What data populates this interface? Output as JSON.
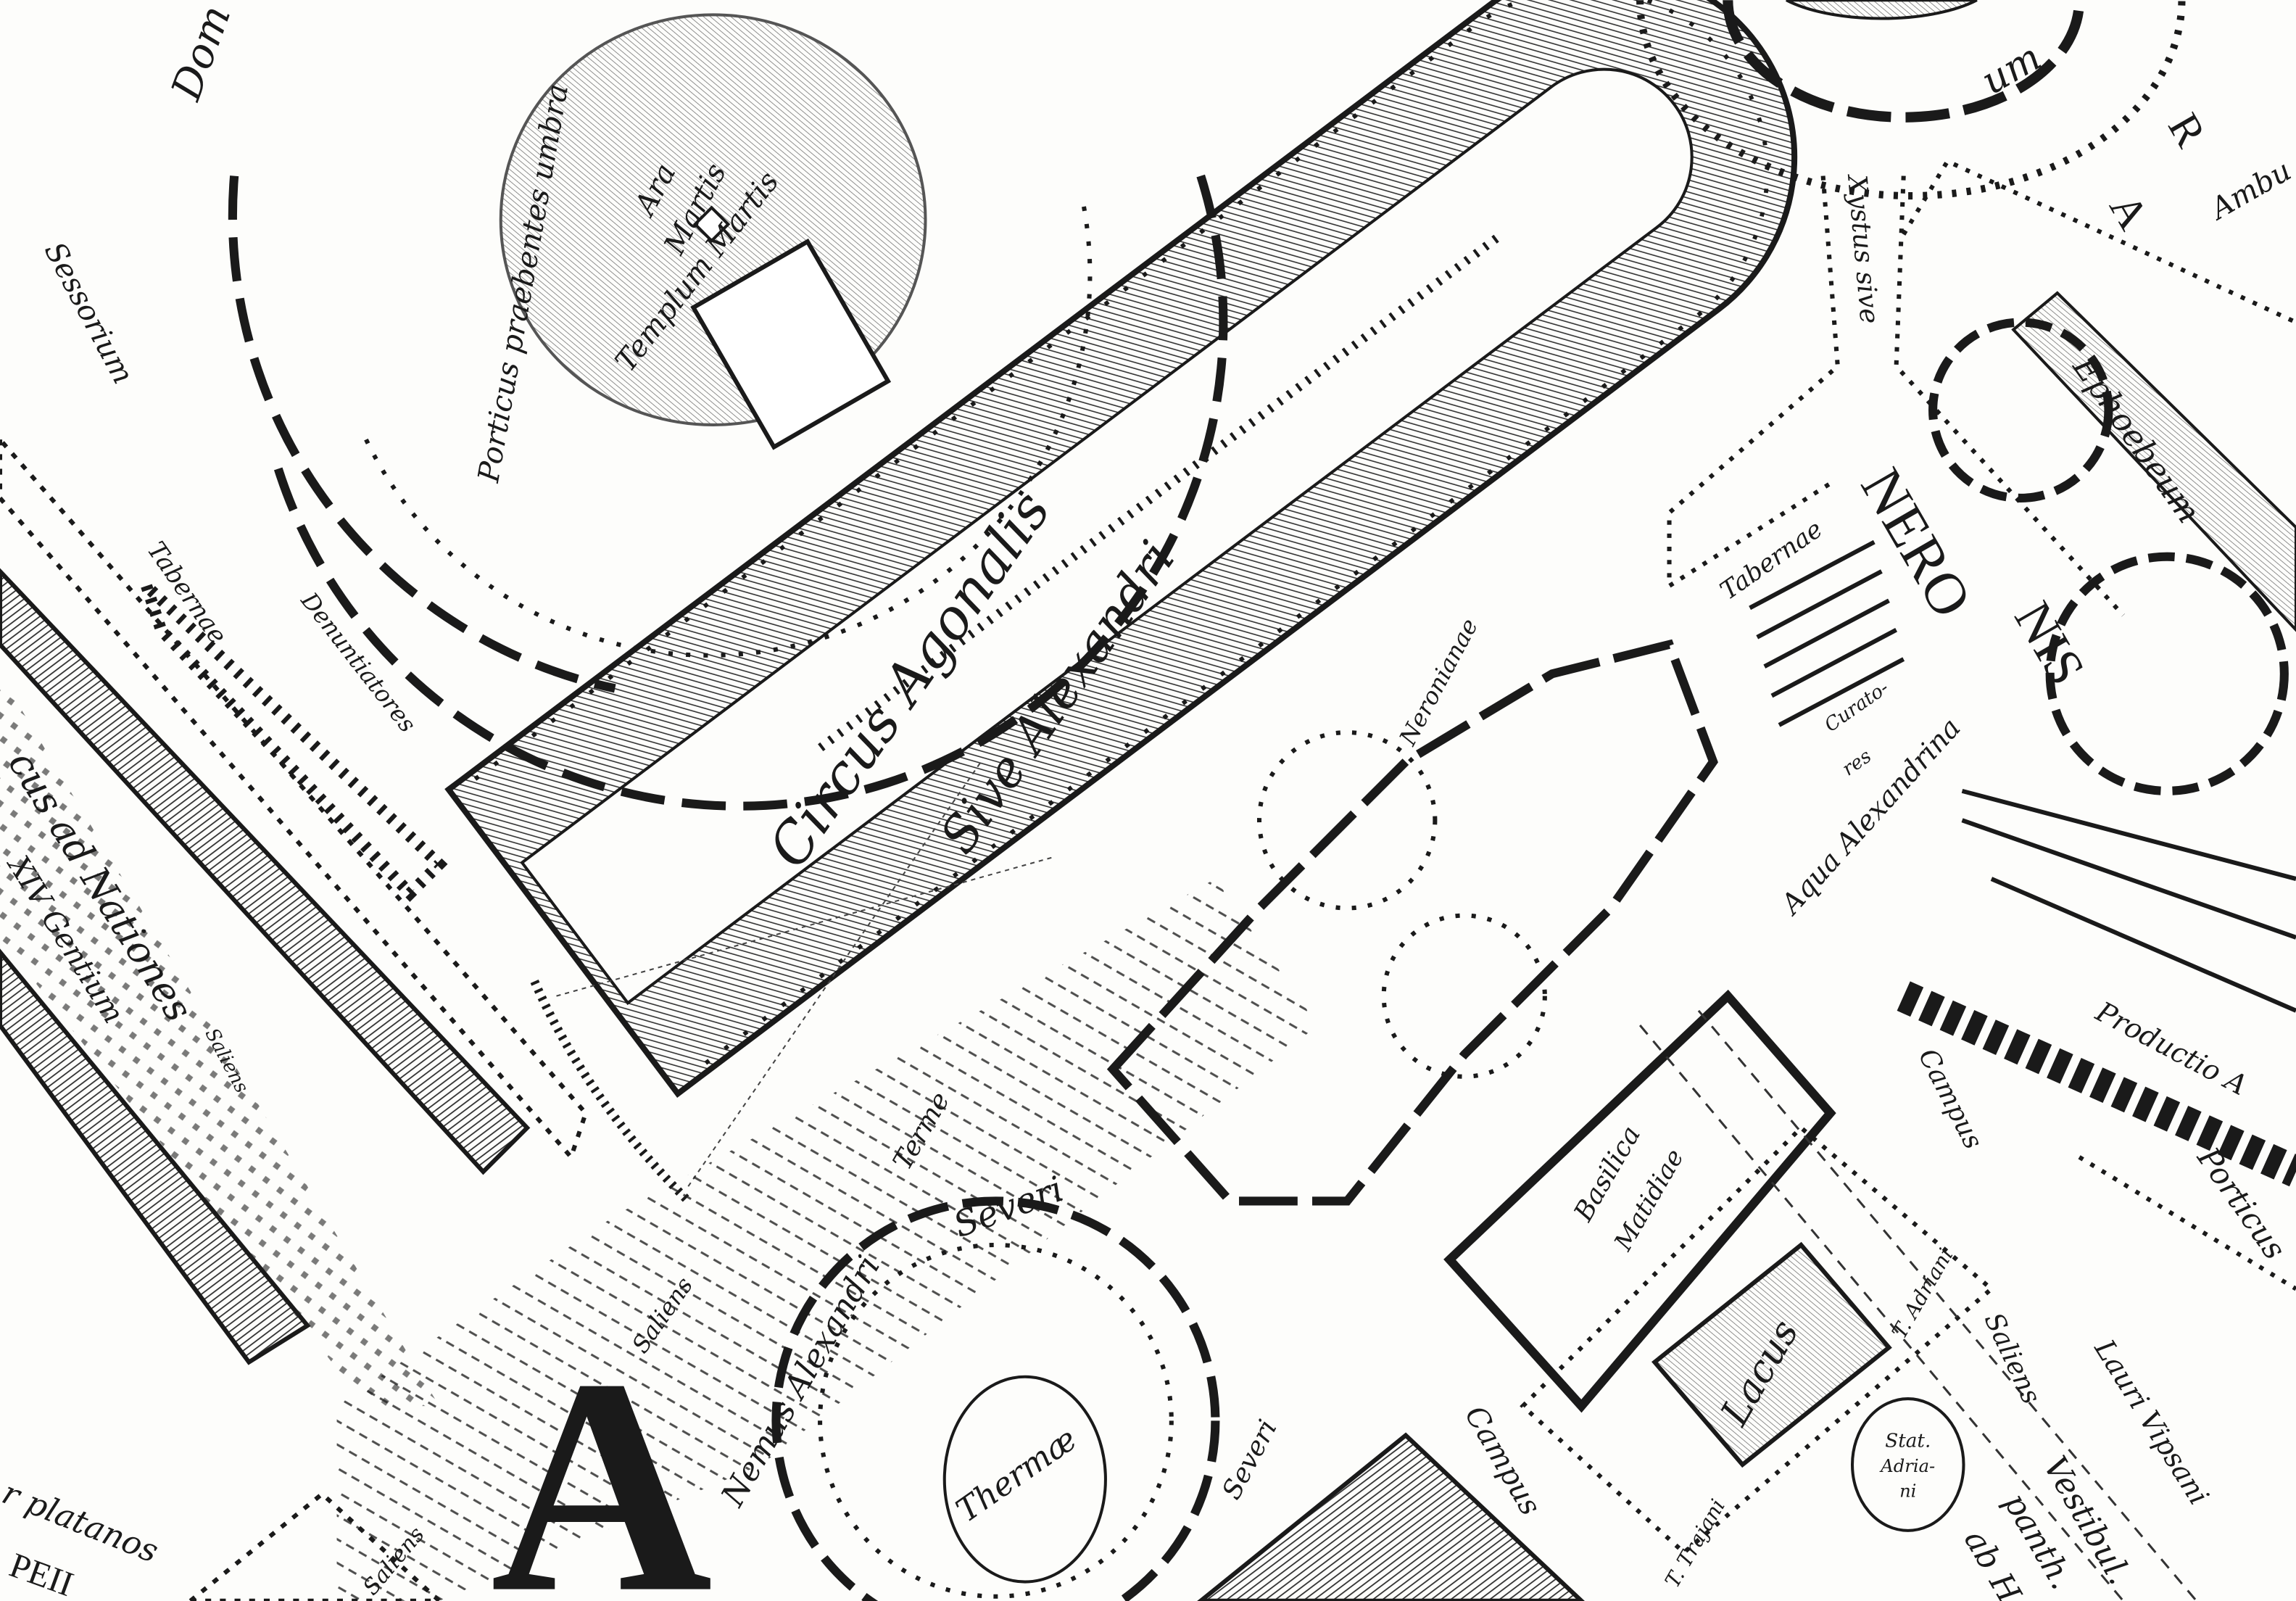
{
  "map": {
    "ink_color": "#1a1a1a",
    "paper_color": "#fdfdfb",
    "hatch_color": "#555555",
    "labels": {
      "dom": "Dom",
      "ara_martis_1": "Ara",
      "ara_martis_2": "Martis",
      "templum_martis": "Templum Martis",
      "porticus_umbra": "Porticus praebentes umbra",
      "sessorium": "Sessorium",
      "tabernae_left": "Tabernae",
      "denuntiatores": "Denuntiatores",
      "circus_1": "Circus Agonalis",
      "circus_2": "Sive Alexandri",
      "neronianae": "Neronianae",
      "xystus": "Xystus sive",
      "um": "um",
      "r_letter": "R",
      "a_letter": "A",
      "ambu": "Ambu",
      "ephoebeum": "Ephoebeum",
      "nero": "NERO",
      "nis": "NIS",
      "tabernae_right": "Tabernae",
      "curatores_1": "Curato-",
      "curatores_2": "res",
      "aqua": "Aqua Alexandrina",
      "productio": "Productio A",
      "campus_right": "Campus",
      "porticus_right": "Porticus",
      "lauri": "Lauri Vipsani",
      "basilica_1": "Basilica",
      "basilica_2": "Matidiae",
      "lacus": "Lacus",
      "t_adriani": "T. Adriani",
      "saliens_right": "Saliens",
      "stat_1": "Stat.",
      "stat_2": "Adria-",
      "stat_3": "ni",
      "vestibul_1": "Vestibul.",
      "vestibul_2": "panth.",
      "vestibul_3": "ab Ha",
      "t_trajani": "T. Trajani",
      "campus_bottom": "Campus",
      "severi_bottom": "Severi",
      "thermae": "Thermæ",
      "nemus": "Nemus Alexandri",
      "severi_top": "Severi",
      "terme": "Terme",
      "saliens_mid": "Saliens",
      "saliens_low": "Saliens",
      "nationes_1": "cus ad Nationes",
      "nationes_2": "XIV Gentium",
      "saliens_left": "Saliens",
      "platanos": "r platanos",
      "pei": "PEII",
      "big_a": "A"
    }
  }
}
